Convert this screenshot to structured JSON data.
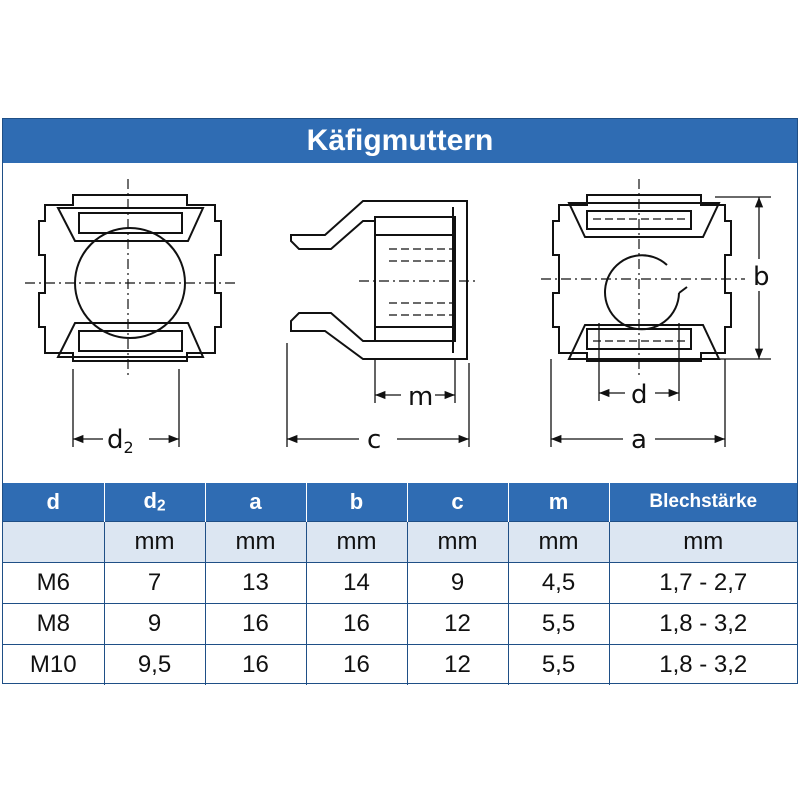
{
  "title": "Käfigmuttern",
  "drawing_labels": {
    "d2_main": "d",
    "d2_sub": "2",
    "c": "c",
    "m": "m",
    "d": "d",
    "a": "a",
    "b": "b"
  },
  "table": {
    "headers": [
      {
        "main": "d",
        "sub": ""
      },
      {
        "main": "d",
        "sub": "2"
      },
      {
        "main": "a",
        "sub": ""
      },
      {
        "main": "b",
        "sub": ""
      },
      {
        "main": "c",
        "sub": ""
      },
      {
        "main": "m",
        "sub": ""
      },
      {
        "main": "Blechstärke",
        "sub": ""
      }
    ],
    "units": [
      "",
      "mm",
      "mm",
      "mm",
      "mm",
      "mm",
      "mm"
    ],
    "rows": [
      [
        "M6",
        "7",
        "13",
        "14",
        "9",
        "4,5",
        "1,7 - 2,7"
      ],
      [
        "M8",
        "9",
        "16",
        "16",
        "12",
        "5,5",
        "1,8 - 3,2"
      ],
      [
        "M10",
        "9,5",
        "16",
        "16",
        "12",
        "5,5",
        "1,8 - 3,2"
      ]
    ]
  },
  "colors": {
    "header_blue": "#2f6cb3",
    "unit_row": "#dce6f2",
    "border": "#1f4f86"
  }
}
